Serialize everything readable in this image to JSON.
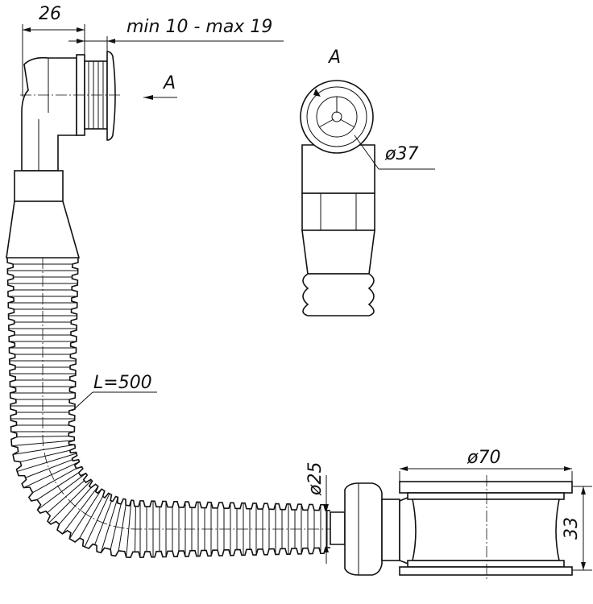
{
  "dimensions": {
    "overflow_width": "26",
    "wall_thickness": "min 10 - max 19",
    "view_arrow": "A",
    "view_label": "A",
    "overflow_diameter": "ø37",
    "hose_length": "L=500",
    "hose_diameter": "ø25",
    "drain_diameter": "ø70",
    "drain_height": "33"
  }
}
